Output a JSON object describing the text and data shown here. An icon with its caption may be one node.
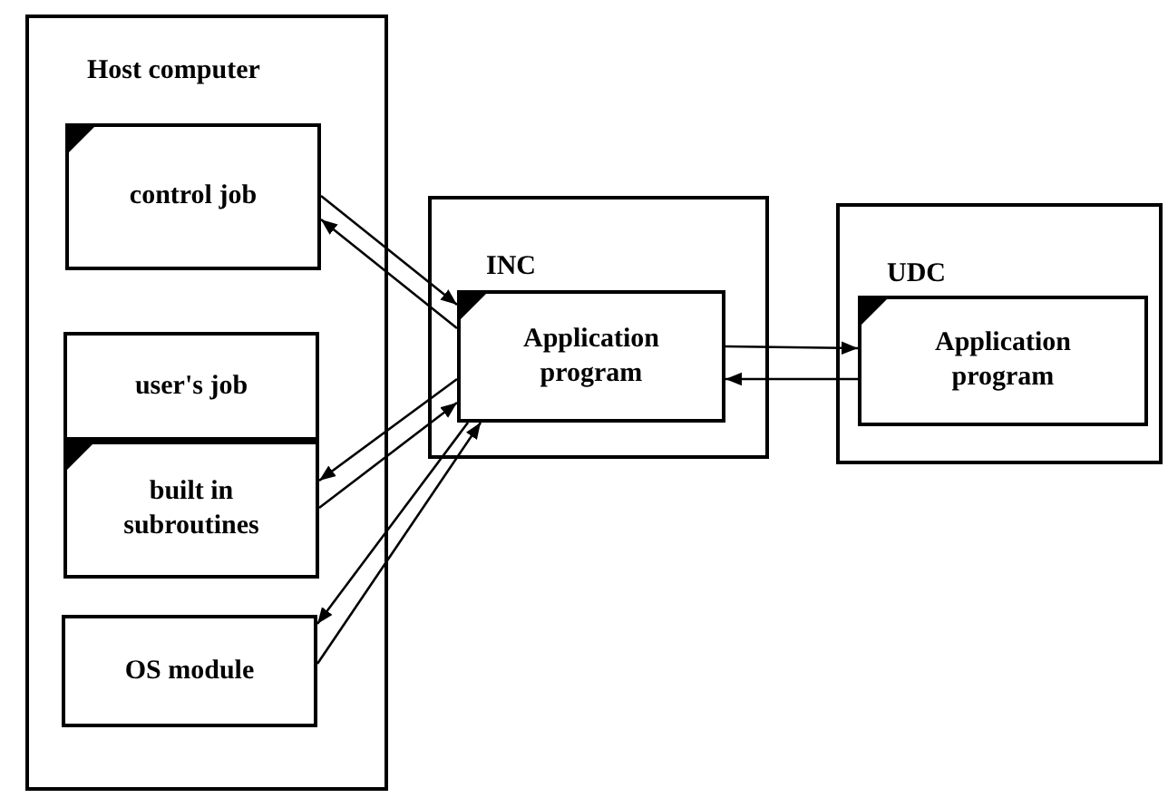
{
  "diagram": {
    "nodes": [
      {
        "text": [
          "Host computer"
        ]
      },
      {
        "text": [
          "control job"
        ],
        "in": 0
      },
      {
        "text": [
          "user's job"
        ],
        "in": 0
      },
      {
        "text": [
          "built in subroutines"
        ],
        "in": 0
      },
      {
        "text": [
          "OS module"
        ],
        "in": 0
      },
      {
        "text": [
          "INC"
        ]
      },
      {
        "text": [
          "Application program"
        ],
        "in": 5
      },
      {
        "text": [
          "UDC"
        ]
      },
      {
        "text": [
          "Application program"
        ],
        "in": 7
      }
    ],
    "edges": [
      {
        "from": 1,
        "to": 6,
        "arrow": "to"
      },
      {
        "from": 6,
        "to": 1,
        "arrow": "to"
      },
      {
        "from": 6,
        "to": 3,
        "arrow": "to"
      },
      {
        "from": 3,
        "to": 6,
        "arrow": "to"
      },
      {
        "from": 6,
        "to": 4,
        "arrow": "to"
      },
      {
        "from": 4,
        "to": 6,
        "arrow": "to"
      },
      {
        "from": 6,
        "to": 8,
        "arrow": "to"
      },
      {
        "from": 8,
        "to": 6,
        "arrow": "to"
      }
    ]
  }
}
